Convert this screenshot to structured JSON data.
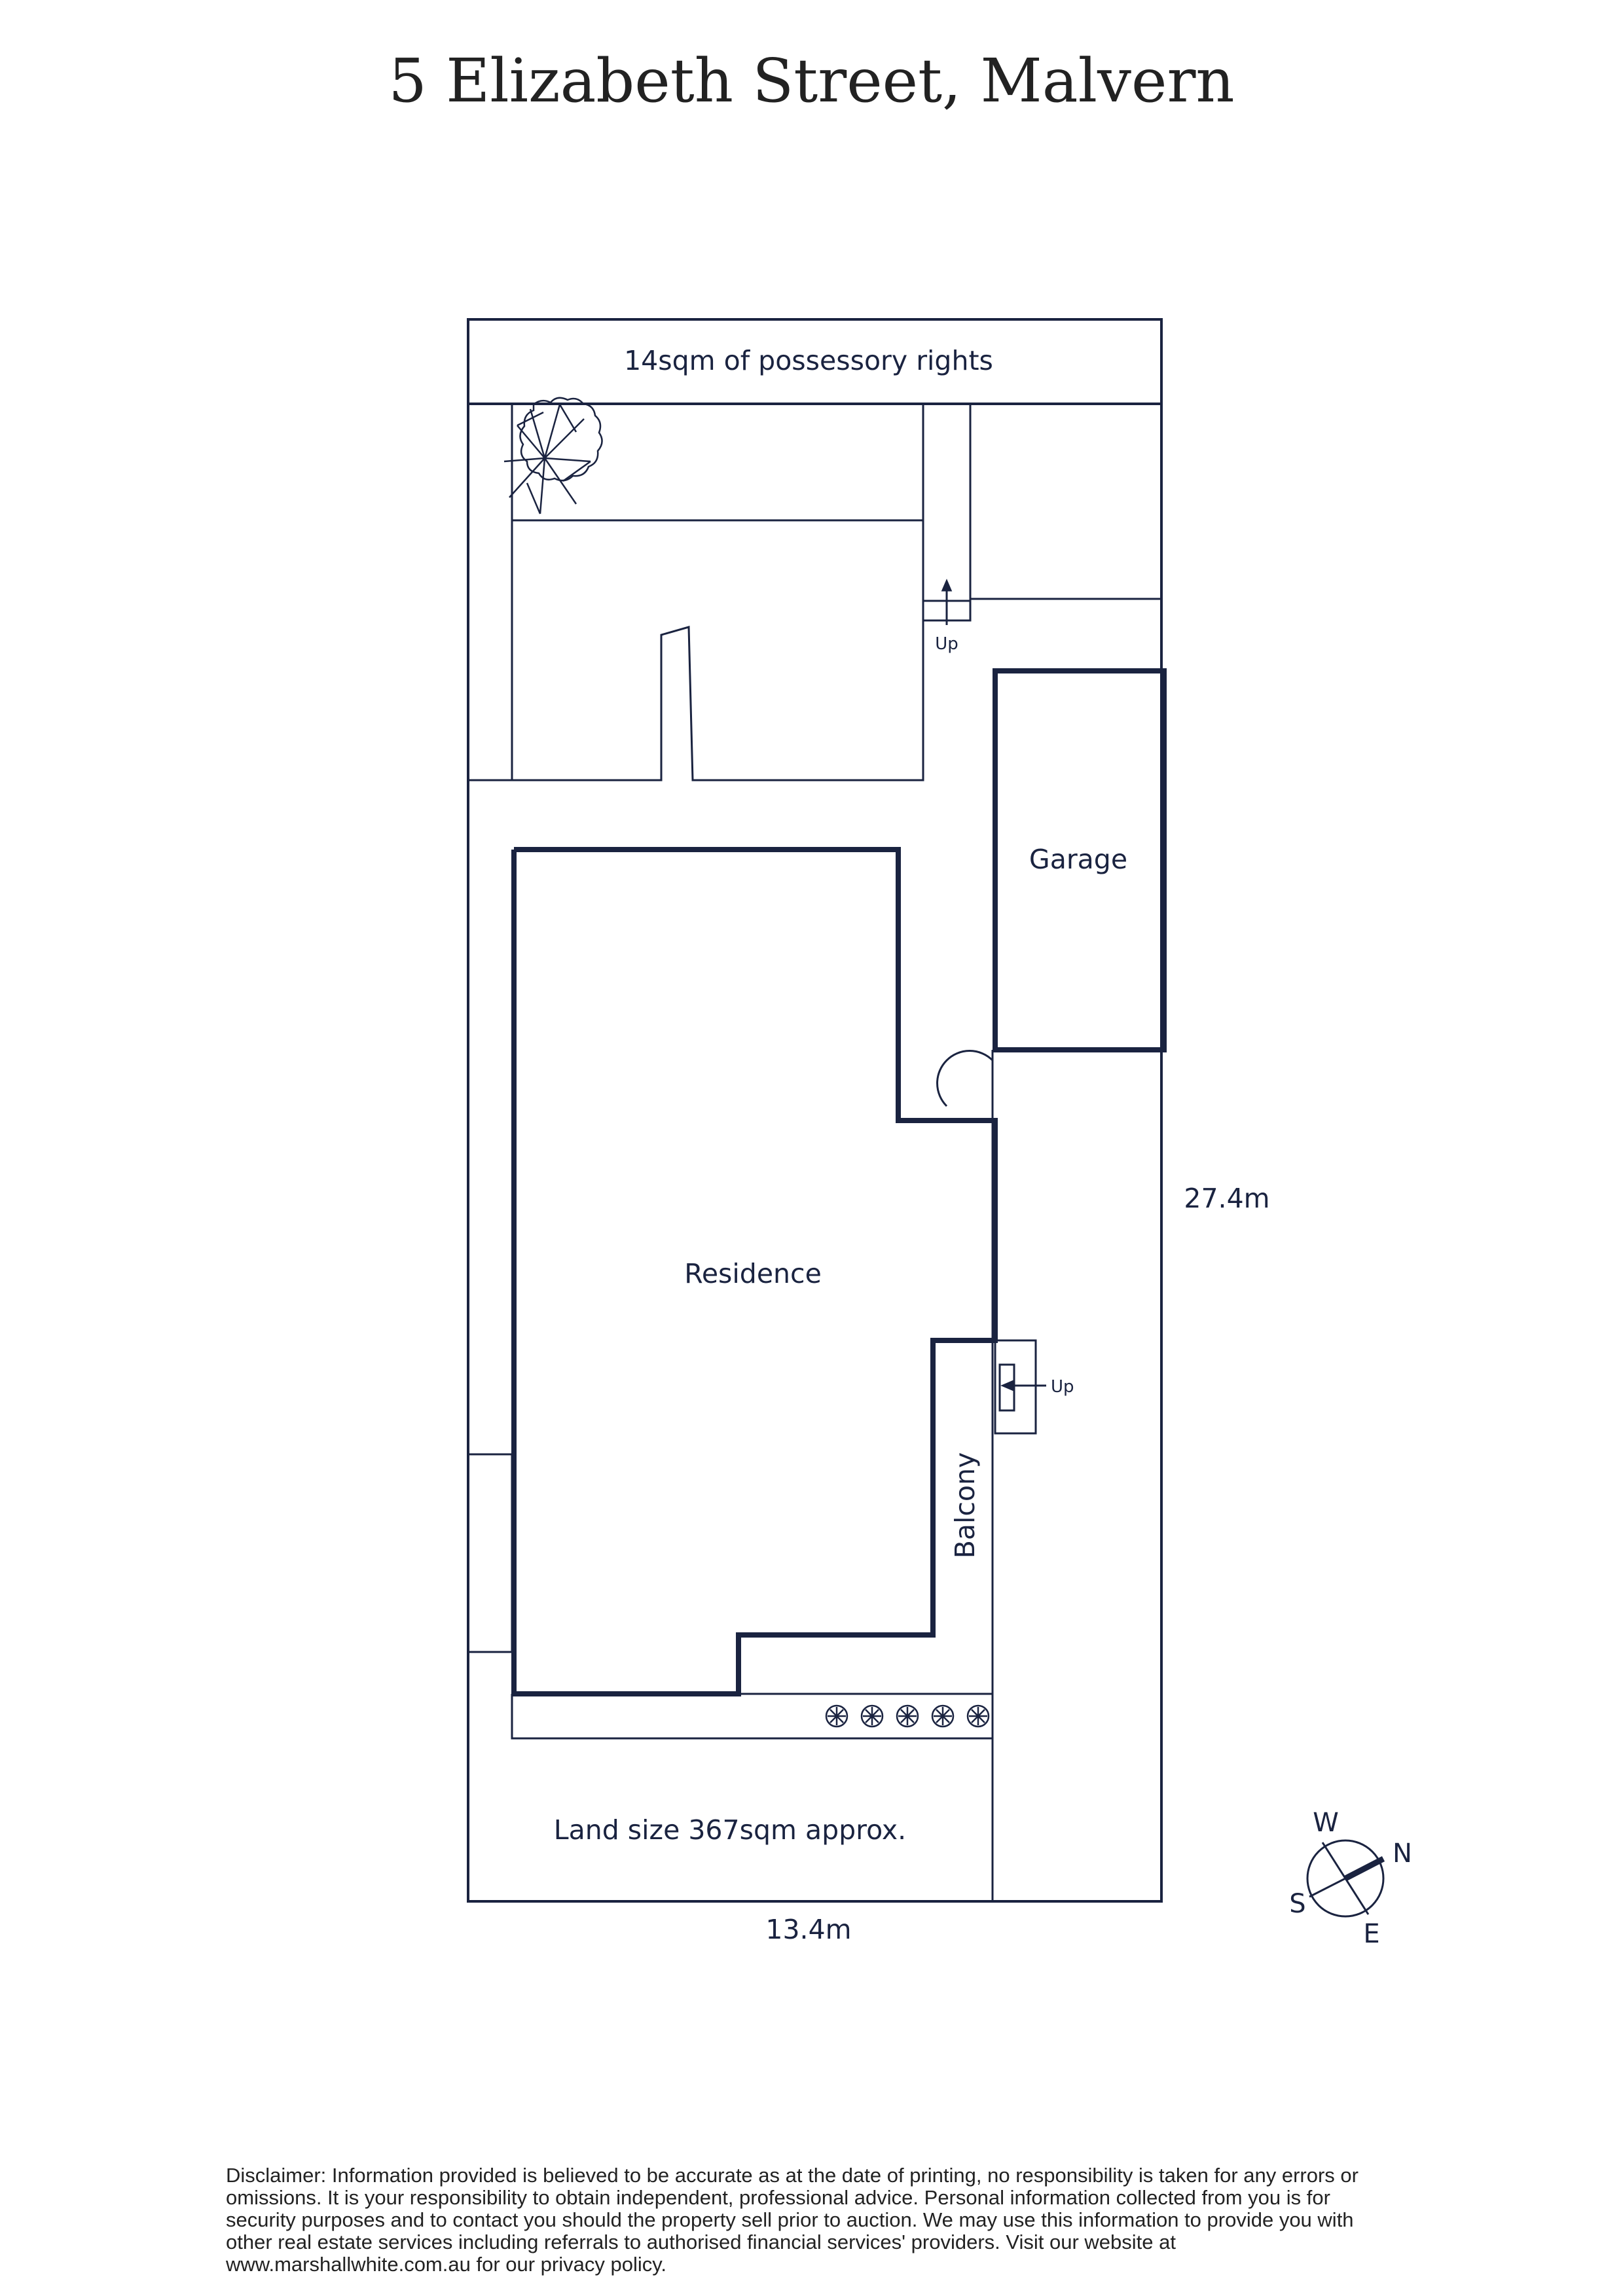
{
  "title": "5 Elizabeth Street, Malvern",
  "labels": {
    "possessory": "14sqm of possessory rights",
    "garage": "Garage",
    "residence": "Residence",
    "balcony": "Balcony",
    "up_top": "Up",
    "up_side": "Up",
    "land_size": "Land size 367sqm approx.",
    "dim_side": "27.4m",
    "dim_bottom": "13.4m"
  },
  "compass": {
    "w": "W",
    "n": "N",
    "s": "S",
    "e": "E"
  },
  "colors": {
    "wall": "#1a2340",
    "text": "#1a2340"
  },
  "disclaimer": "Disclaimer: Information provided is believed to be accurate as at the date of printing, no responsibility is taken for any errors or omissions. It is your responsibility to obtain independent, professional advice. Personal information collected from you is for security purposes and to contact you should the property sell prior to auction. We may use this information to provide you with other real estate services including referrals to authorised financial services' providers. Visit our website at www.marshallwhite.com.au for our privacy policy."
}
